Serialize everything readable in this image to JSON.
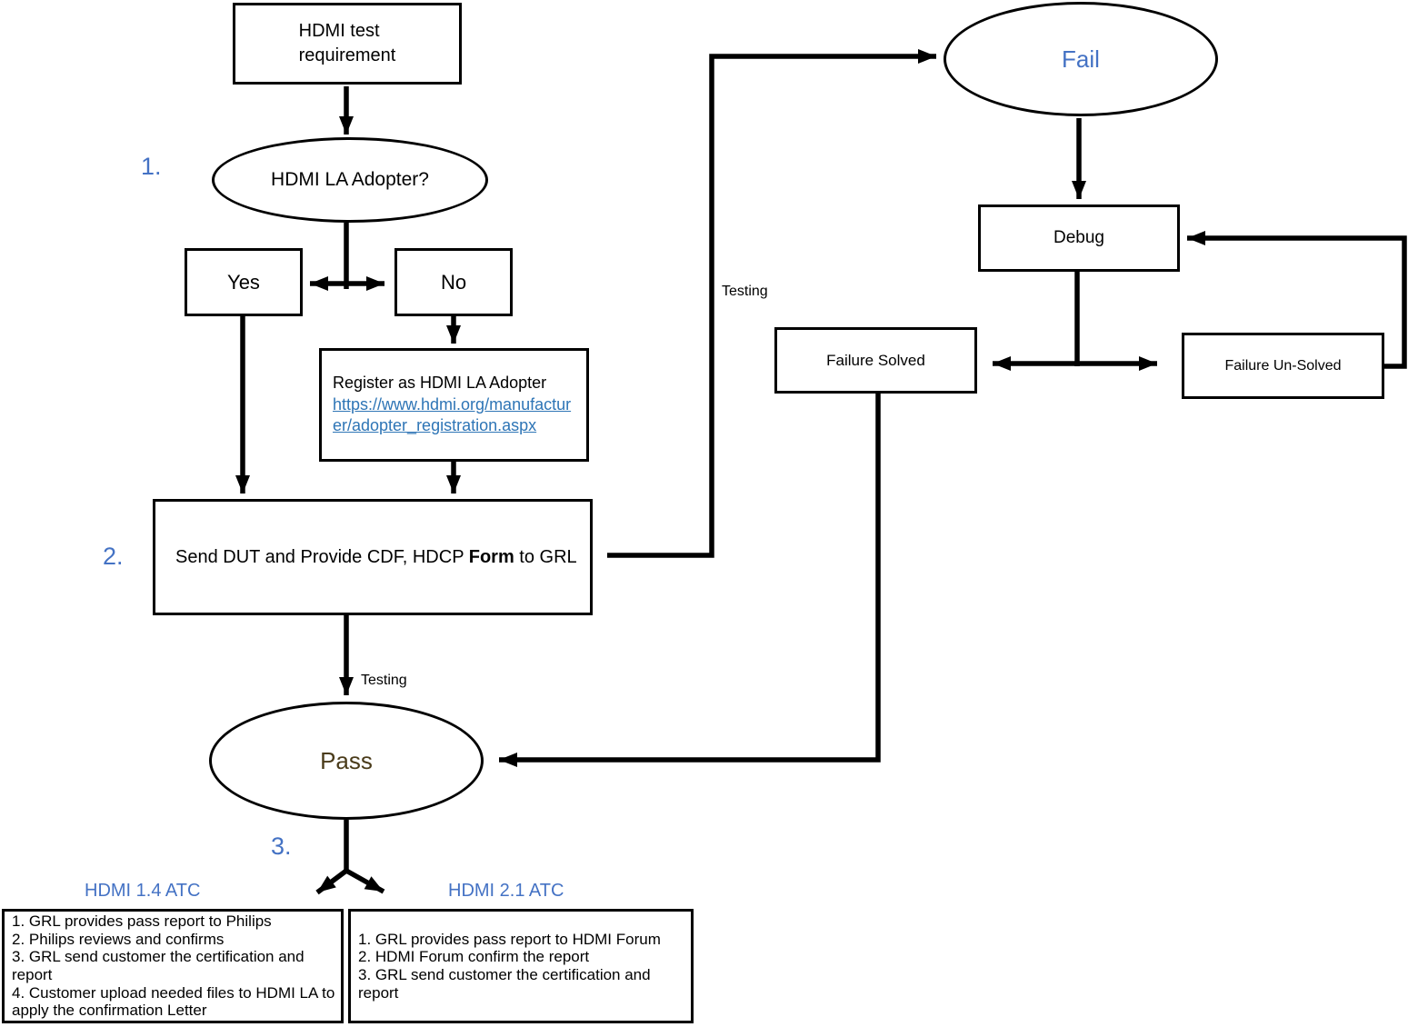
{
  "diagram": {
    "nodes": {
      "start": {
        "label": "HDMI test\nrequirement"
      },
      "decision_adopter": {
        "label": "HDMI LA Adopter?"
      },
      "yes": {
        "label": "Yes"
      },
      "no": {
        "label": "No"
      },
      "register": {
        "title": "Register as HDMI LA Adopter",
        "link": "https://www.hdmi.org/manufacturer/adopter_registration.aspx"
      },
      "send_dut": {
        "pre": "Send DUT and Provide CDF, HDCP ",
        "bold": "Form",
        "post": " to GRL"
      },
      "fail": {
        "label": "Fail"
      },
      "debug": {
        "label": "Debug"
      },
      "failure_solved": {
        "label": "Failure Solved"
      },
      "failure_unsolved": {
        "label": "Failure Un-Solved"
      },
      "pass": {
        "label": "Pass"
      },
      "hdmi14": {
        "items": [
          "1. GRL provides pass report to Philips",
          "2. Philips reviews and confirms",
          "3. GRL send customer the certification and report",
          "4. Customer upload needed files to HDMI LA to apply the confirmation Letter"
        ]
      },
      "hdmi21": {
        "items": [
          "1. GRL provides pass report to HDMI Forum",
          "2. HDMI Forum confirm the report",
          "3. GRL send customer the certification and report"
        ]
      }
    },
    "labels": {
      "step1": "1.",
      "step2": "2.",
      "step3": "3.",
      "testing_left": "Testing",
      "testing_right": "Testing",
      "hdmi14_atc": "HDMI 1.4 ATC",
      "hdmi21_atc": "HDMI 2.1 ATC"
    },
    "colors": {
      "accent_blue": "#4472C4",
      "link_blue": "#2E75B6",
      "pass_brown": "#4a3b1a",
      "line_black": "#000000"
    }
  }
}
